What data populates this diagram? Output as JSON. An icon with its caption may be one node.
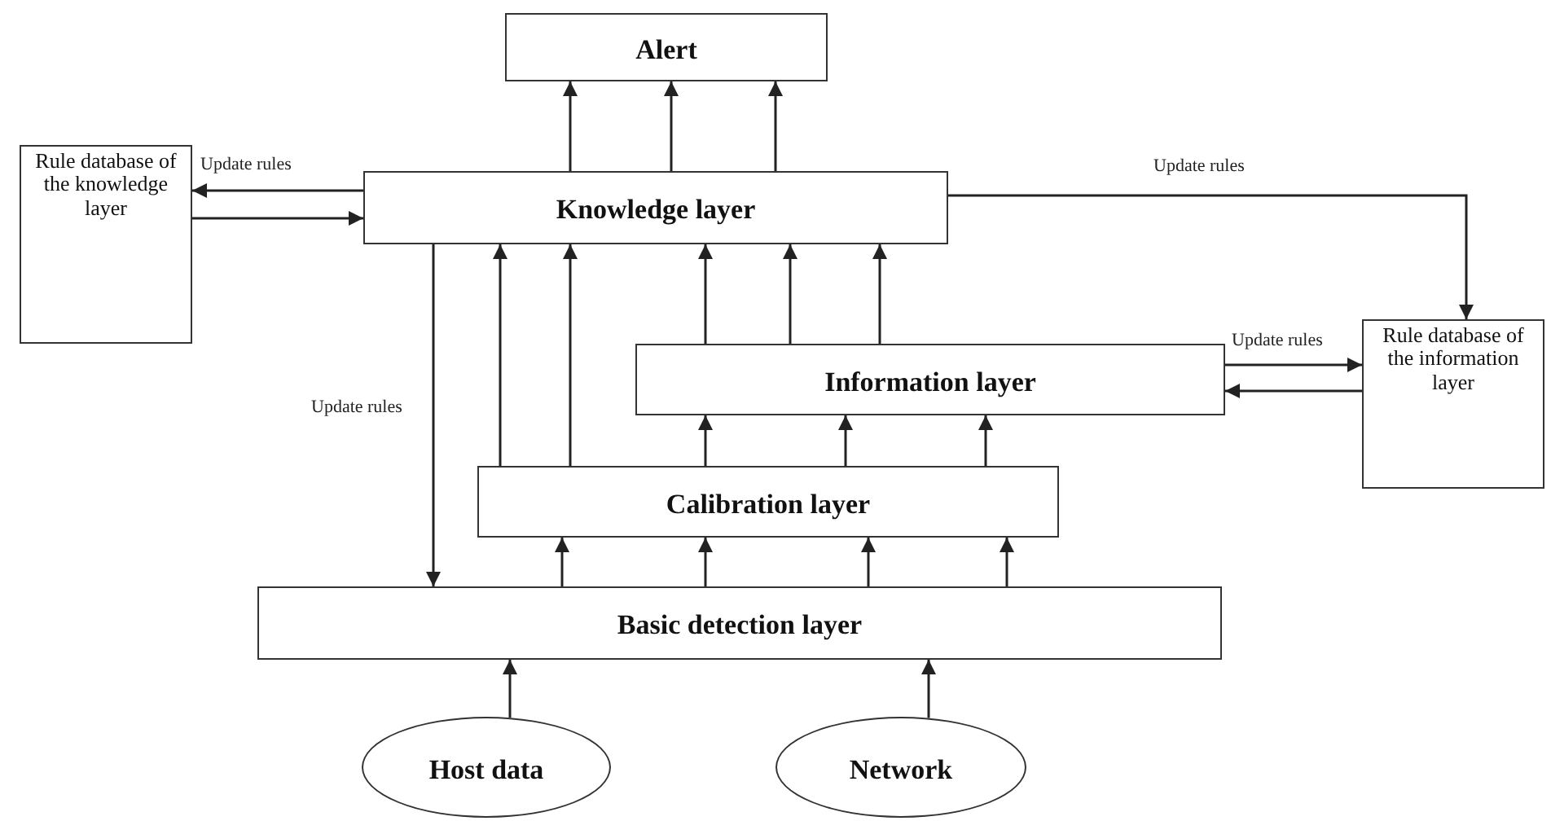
{
  "diagram": {
    "nodes": [
      {
        "text": [
          "Alert"
        ]
      },
      {
        "text": [
          "Rule database of the knowledge layer"
        ]
      },
      {
        "text": [
          "Knowledge layer"
        ]
      },
      {
        "text": [
          "Rule database of the information layer"
        ]
      },
      {
        "text": [
          "Information layer"
        ]
      },
      {
        "text": [
          "Calibration layer"
        ]
      },
      {
        "text": [
          "Basic detection layer"
        ]
      },
      {
        "text": [
          "Host data"
        ]
      },
      {
        "text": [
          "Network"
        ]
      }
    ],
    "edges": [
      {
        "from": 2,
        "to": 0,
        "arrow": "to"
      },
      {
        "from": 2,
        "to": 0,
        "arrow": "to"
      },
      {
        "from": 2,
        "to": 0,
        "arrow": "to"
      },
      {
        "from": 2,
        "to": 1,
        "arrow": "to",
        "label": "Update rules"
      },
      {
        "from": 1,
        "to": 2,
        "arrow": "to"
      },
      {
        "from": 2,
        "to": 3,
        "arrow": "to",
        "label": "Update rules"
      },
      {
        "from": 4,
        "to": 3,
        "arrow": "to",
        "label": "Update rules"
      },
      {
        "from": 3,
        "to": 4,
        "arrow": "to"
      },
      {
        "from": 2,
        "to": 6,
        "arrow": "to",
        "label": "Update rules"
      },
      {
        "from": 5,
        "to": 2,
        "arrow": "to"
      },
      {
        "from": 5,
        "to": 2,
        "arrow": "to"
      },
      {
        "from": 4,
        "to": 2,
        "arrow": "to"
      },
      {
        "from": 4,
        "to": 2,
        "arrow": "to"
      },
      {
        "from": 4,
        "to": 2,
        "arrow": "to"
      },
      {
        "from": 5,
        "to": 4,
        "arrow": "to"
      },
      {
        "from": 5,
        "to": 4,
        "arrow": "to"
      },
      {
        "from": 5,
        "to": 4,
        "arrow": "to"
      },
      {
        "from": 6,
        "to": 5,
        "arrow": "to"
      },
      {
        "from": 6,
        "to": 5,
        "arrow": "to"
      },
      {
        "from": 6,
        "to": 5,
        "arrow": "to"
      },
      {
        "from": 6,
        "to": 5,
        "arrow": "to"
      },
      {
        "from": 7,
        "to": 6,
        "arrow": "to"
      },
      {
        "from": 8,
        "to": 6,
        "arrow": "to"
      }
    ]
  }
}
